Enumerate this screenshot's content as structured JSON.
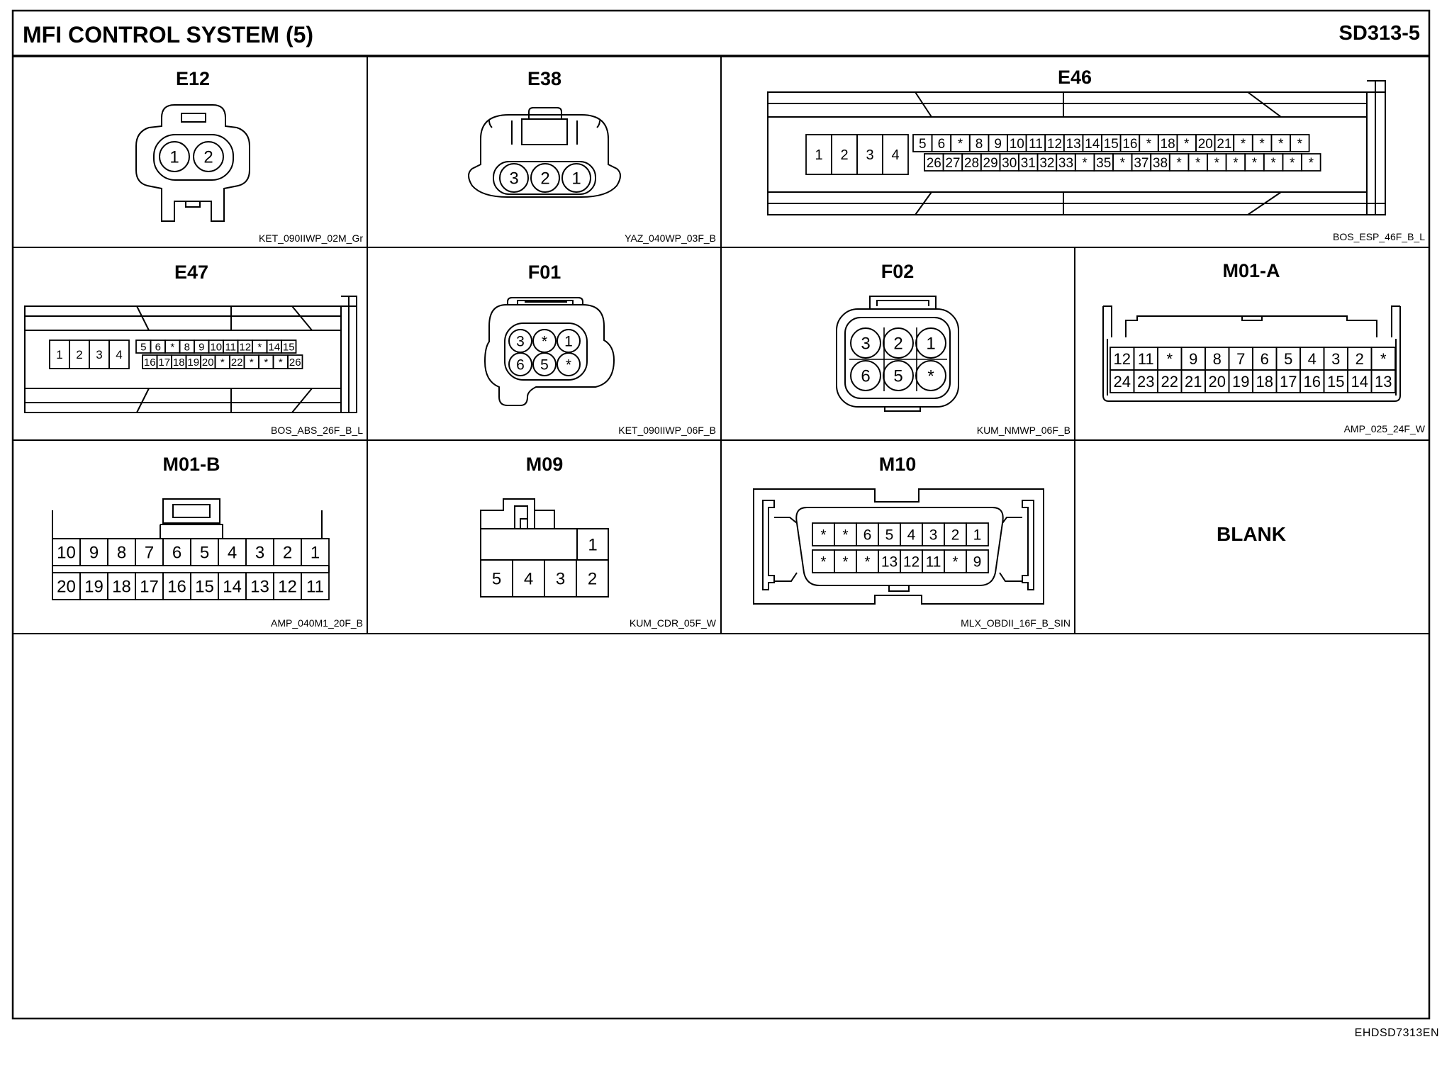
{
  "header": {
    "title": "MFI CONTROL SYSTEM (5)",
    "page_code": "SD313-5"
  },
  "footer": {
    "code": "EHDSD7313EN"
  },
  "connectors": {
    "e12": {
      "label": "E12",
      "part": "KET_090IIWP_02M_Gr",
      "pins": [
        "1",
        "2"
      ]
    },
    "e38": {
      "label": "E38",
      "part": "YAZ_040WP_03F_B",
      "pins": [
        "3",
        "2",
        "1"
      ]
    },
    "e46": {
      "label": "E46",
      "part": "BOS_ESP_46F_B_L",
      "left_pins": [
        "1",
        "2",
        "3",
        "4"
      ],
      "top_pins": [
        "5",
        "6",
        "*",
        "8",
        "9",
        "10",
        "11",
        "12",
        "13",
        "14",
        "15",
        "16",
        "*",
        "18",
        "*",
        "20",
        "21",
        "*",
        "*",
        "*",
        "*"
      ],
      "bottom_pins": [
        "26",
        "27",
        "28",
        "29",
        "30",
        "31",
        "32",
        "33",
        "*",
        "35",
        "*",
        "37",
        "38",
        "*",
        "*",
        "*",
        "*",
        "*",
        "*",
        "*",
        "*"
      ]
    },
    "e47": {
      "label": "E47",
      "part": "BOS_ABS_26F_B_L",
      "left_pins": [
        "1",
        "2",
        "3",
        "4"
      ],
      "top_pins": [
        "5",
        "6",
        "*",
        "8",
        "9",
        "10",
        "11",
        "12",
        "*",
        "14",
        "15"
      ],
      "bottom_pins": [
        "16",
        "17",
        "18",
        "19",
        "20",
        "*",
        "22",
        "*",
        "*",
        "*",
        "26"
      ]
    },
    "f01": {
      "label": "F01",
      "part": "KET_090IIWP_06F_B",
      "top_pins": [
        "3",
        "*",
        "1"
      ],
      "bottom_pins": [
        "6",
        "5",
        "*"
      ]
    },
    "f02": {
      "label": "F02",
      "part": "KUM_NMWP_06F_B",
      "top_pins": [
        "3",
        "2",
        "1"
      ],
      "bottom_pins": [
        "6",
        "5",
        "*"
      ]
    },
    "m01a": {
      "label": "M01-A",
      "part": "AMP_025_24F_W",
      "top_pins": [
        "12",
        "11",
        "*",
        "9",
        "8",
        "7",
        "6",
        "5",
        "4",
        "3",
        "2",
        "*"
      ],
      "bottom_pins": [
        "24",
        "23",
        "22",
        "21",
        "20",
        "19",
        "18",
        "17",
        "16",
        "15",
        "14",
        "13"
      ]
    },
    "m01b": {
      "label": "M01-B",
      "part": "AMP_040M1_20F_B",
      "top_pins": [
        "10",
        "9",
        "8",
        "7",
        "6",
        "5",
        "4",
        "3",
        "2",
        "1"
      ],
      "bottom_pins": [
        "20",
        "19",
        "18",
        "17",
        "16",
        "15",
        "14",
        "13",
        "12",
        "11"
      ]
    },
    "m09": {
      "label": "M09",
      "part": "KUM_CDR_05F_W",
      "top_pins": [
        "1"
      ],
      "bottom_pins": [
        "5",
        "4",
        "3",
        "2"
      ]
    },
    "m10": {
      "label": "M10",
      "part": "MLX_OBDII_16F_B_SIN",
      "top_pins": [
        "*",
        "*",
        "6",
        "5",
        "4",
        "3",
        "2",
        "1"
      ],
      "bottom_pins": [
        "*",
        "*",
        "*",
        "13",
        "12",
        "11",
        "*",
        "9"
      ]
    }
  },
  "blank": {
    "label": "BLANK"
  }
}
